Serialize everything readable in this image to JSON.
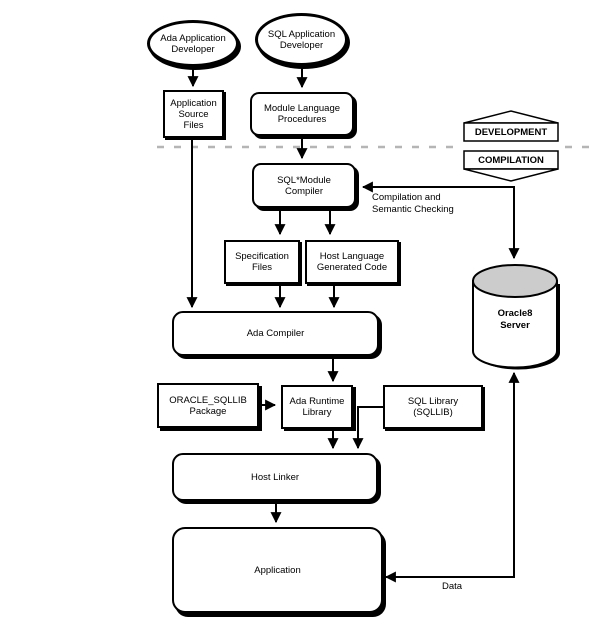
{
  "diagram": {
    "phase_badges": {
      "development": "DEVELOPMENT",
      "compilation": "COMPILATION"
    },
    "nodes": {
      "ada_developer": "Ada Application\nDeveloper",
      "sql_developer": "SQL Application\nDeveloper",
      "app_source_files": "Application\nSource\nFiles",
      "module_language_procedures": "Module Language\nProcedures",
      "sql_module_compiler": "SQL*Module\nCompiler",
      "specification_files": "Specification\nFiles",
      "host_language_generated_code": "Host Language\nGenerated Code",
      "ada_compiler": "Ada Compiler",
      "oracle_sqllib_package": "ORACLE_SQLLIB\nPackage",
      "ada_runtime_library": "Ada Runtime\nLibrary",
      "sql_library": "SQL Library\n(SQLLIB)",
      "host_linker": "Host Linker",
      "application": "Application",
      "oracle8_server": "Oracle8\nServer"
    },
    "edge_labels": {
      "compilation_semantic_checking": "Compilation and\nSemantic Checking",
      "data": "Data"
    },
    "colors": {
      "line": "#000000",
      "divider": "#b5b5b5",
      "cylinder_top": "#cccccc",
      "background": "#ffffff"
    }
  }
}
